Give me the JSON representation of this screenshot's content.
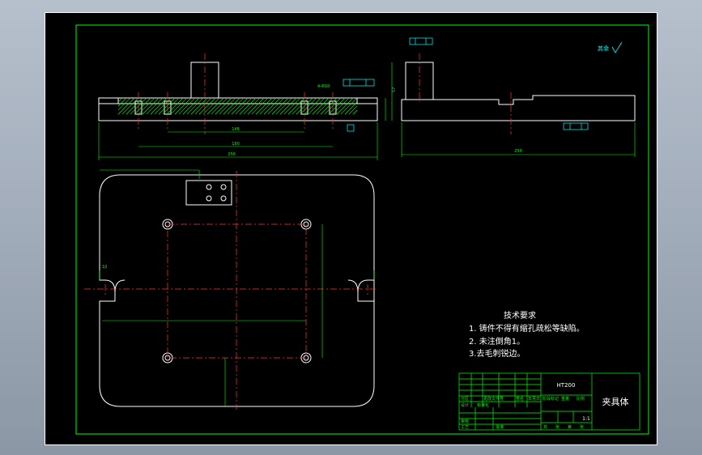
{
  "colors": {
    "background": "#000000",
    "outline": "#ffffff",
    "frame": "#00ff00",
    "hatch": "#00ff00",
    "center": "#ff3333",
    "dimension": "#00ff00",
    "annotation": "#00ffff",
    "title_block": "#00ff00"
  },
  "drawing": {
    "tech_requirements": {
      "title": "技术要求",
      "items": [
        "1.  铸件不得有缩孔疏松等缺陷。",
        "2.  未注倒角1。",
        "3.去毛刺锐边。"
      ]
    },
    "roughness_note": "其余",
    "title_block": {
      "material": "HT200",
      "part_name": "夹具体",
      "scale": "1:1",
      "labels": [
        "设计",
        "标准化",
        "分区",
        "更改文件号",
        "签名",
        "年月日",
        "阶段标记",
        "重量",
        "比例",
        "审核",
        "工艺",
        "批准",
        "共",
        "张",
        "第",
        "张"
      ]
    },
    "dimensions": {
      "top_total": "250",
      "top_inner": "190",
      "top_span": "148",
      "side_total": "250",
      "holes": "4-Φ10",
      "slot_gap": "10",
      "height": "57"
    }
  }
}
